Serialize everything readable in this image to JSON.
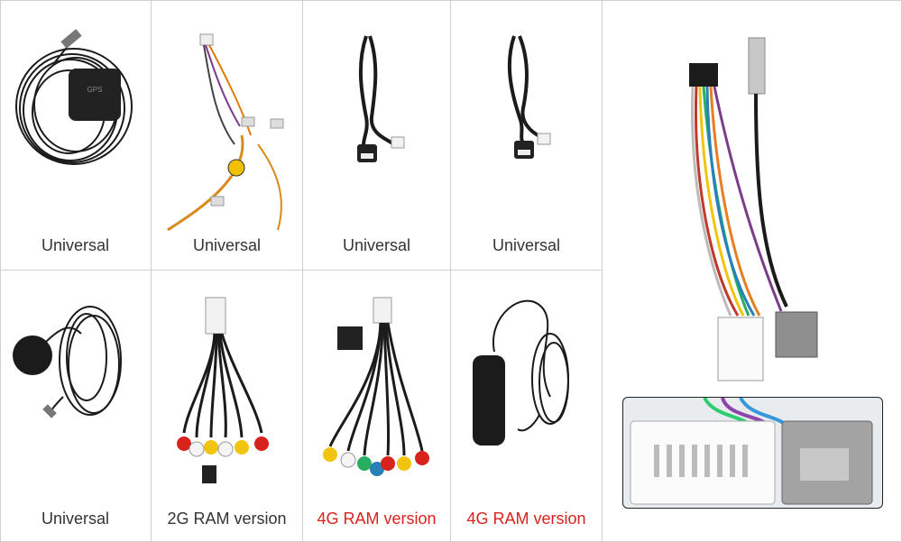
{
  "products": [
    {
      "label": "Universal",
      "icon": "gps-antenna-icon"
    },
    {
      "label": "Universal",
      "icon": "camera-power-cable-icon"
    },
    {
      "label": "Universal",
      "icon": "usb-cable-icon"
    },
    {
      "label": "Universal",
      "icon": "usb-cable-icon"
    },
    {
      "label": "Universal",
      "icon": "microphone-icon"
    },
    {
      "label": "2G RAM version",
      "icon": "rca-cable-icon"
    },
    {
      "label": "4G RAM version",
      "icon": "rca-cable-icon",
      "highlight": true
    },
    {
      "label": "4G RAM version",
      "icon": "bluetooth-antenna-icon",
      "highlight": true
    }
  ],
  "harness": {
    "icon": "wiring-harness-icon"
  },
  "colors": {
    "highlight": "#d8231d",
    "text": "#333333",
    "border": "#cfcfcf"
  }
}
